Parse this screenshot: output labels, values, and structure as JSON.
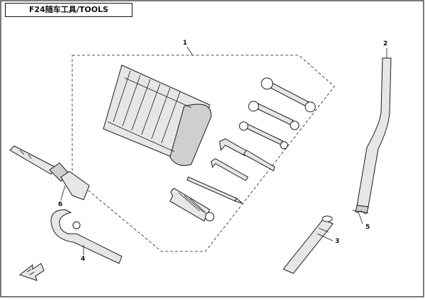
{
  "title": "F24随车工具/TOOLS",
  "callouts": [
    {
      "id": "1",
      "label": "1"
    },
    {
      "id": "2",
      "label": "2"
    },
    {
      "id": "3",
      "label": "3"
    },
    {
      "id": "4",
      "label": "4"
    },
    {
      "id": "5",
      "label": "5"
    },
    {
      "id": "6",
      "label": "6"
    }
  ],
  "direction_mark": "front-arrow-icon",
  "colors": {
    "line": "#1a1a1a",
    "fill": "#e6e6e6",
    "shade": "#cfcfcf",
    "background": "#ffffff"
  }
}
